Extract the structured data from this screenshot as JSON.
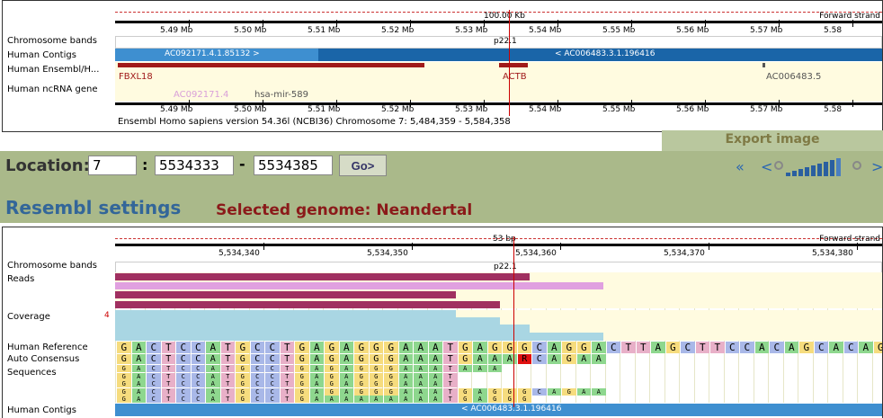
{
  "top_panel": {
    "scale": "100.00 Kb",
    "strand": "Forward strand",
    "ticks": [
      "5.49 Mb",
      "5.50 Mb",
      "5.51 Mb",
      "5.52 Mb",
      "5.53 Mb",
      "5.54 Mb",
      "5.55 Mb",
      "5.56 Mb",
      "5.57 Mb",
      "5.58"
    ],
    "band": "p22.1",
    "tracks": [
      "Chromosome bands",
      "Human Contigs",
      "Human Ensembl/H...",
      "Human ncRNA gene"
    ],
    "contig_left": "AC092171.4.1.85132 >",
    "contig_right": "< AC006483.3.1.196416",
    "genes": {
      "fbxl18": "FBXL18",
      "actb": "ACTB",
      "ac006483": "AC006483.5",
      "ac092171": "AC092171.4",
      "mir589": "hsa-mir-589"
    },
    "footer": "Ensembl Homo sapiens version 54.36l (NCBI36) Chromosome 7: 5,484,359 - 5,584,358"
  },
  "export": "Export image",
  "location": {
    "label": "Location:",
    "chr": "7",
    "start": "5534333",
    "end": "5534385",
    "go": "Go>",
    "sep_colon": ":",
    "sep_dash": "-"
  },
  "nav": {
    "far_left": "«",
    "left": "<",
    "right": ">"
  },
  "settings_title": "Resembl settings",
  "genome": "Selected genome: Neandertal",
  "bottom_panel": {
    "scale": "53 bp",
    "strand": "Forward strand",
    "ticks": [
      "5,534,340",
      "5,534,350",
      "5,534,360",
      "5,534,370",
      "5,534,380"
    ],
    "band": "p22.1",
    "tracks": [
      "Chromosome bands",
      "Reads",
      "Coverage",
      "Human Reference",
      "Auto Consensus",
      "Sequences",
      "Human Contigs"
    ],
    "coverage_max": "4",
    "reference": "GACTCCATGCCTGAGAGGGAAATGAGGGCAGGACTTAGCTTCCACAGCACAG",
    "consensus": "GACTCCATGCCTGAGAGGGAAATGAAARCAGAA",
    "sequences": [
      "GACTCCATGCCTGAGAGGGAAATAAA",
      "GACTCCATGCCTGAGAGGGAAAT",
      "GACTCCATGCCTGAGAGGGAAAT",
      "GACTCCATGCCTGAGAGGGAAATGAGGGCAGAA",
      "GACTCCATGCCTGAAAAAAAAATGAGGG"
    ],
    "contig": "< AC006483.3.1.196416"
  }
}
